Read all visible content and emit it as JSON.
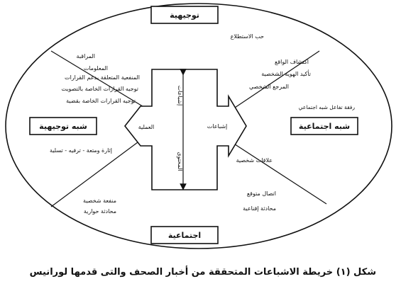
{
  "boxes": {
    "top": "توجيهية",
    "bottom": "اجتماعية",
    "left": "شبه توجيهية",
    "right": "شبه اجتماعية"
  },
  "cross": {
    "left": "العملية",
    "right": "إشباعات",
    "top": "إشباعات",
    "bottom": "المحتوى"
  },
  "top_right_items": [
    "حب الاستطلاع"
  ],
  "top_left_items": [
    "المراقبة",
    "المعلومات",
    "المنفعية المتعلقة بدعم القرارات",
    "توجيه القرارات الخاصة بالتصويت",
    "توجيه القرارات الخاصة بقضية"
  ],
  "right_items": [
    "اكتشاف الواقع",
    "تأكيد الهوية الشخصية",
    "المرجع الشخصي",
    "رفقة تفاعل شبه اجتماعي"
  ],
  "left_low_items": [
    "إثارة ومتعة - ترفيه - تسلية"
  ],
  "right_low_items": [
    "علاقات شخصية"
  ],
  "bottom_left_items": [
    "منفعة شخصية",
    "محادثة حوارية"
  ],
  "bottom_right_items": [
    "اتصال متوقع",
    "محادثة إقناعية"
  ],
  "caption": "شكل (١) خريطة الاشباعات المتحققة من أخبار الصحف والتى قدمها لورانيس"
}
